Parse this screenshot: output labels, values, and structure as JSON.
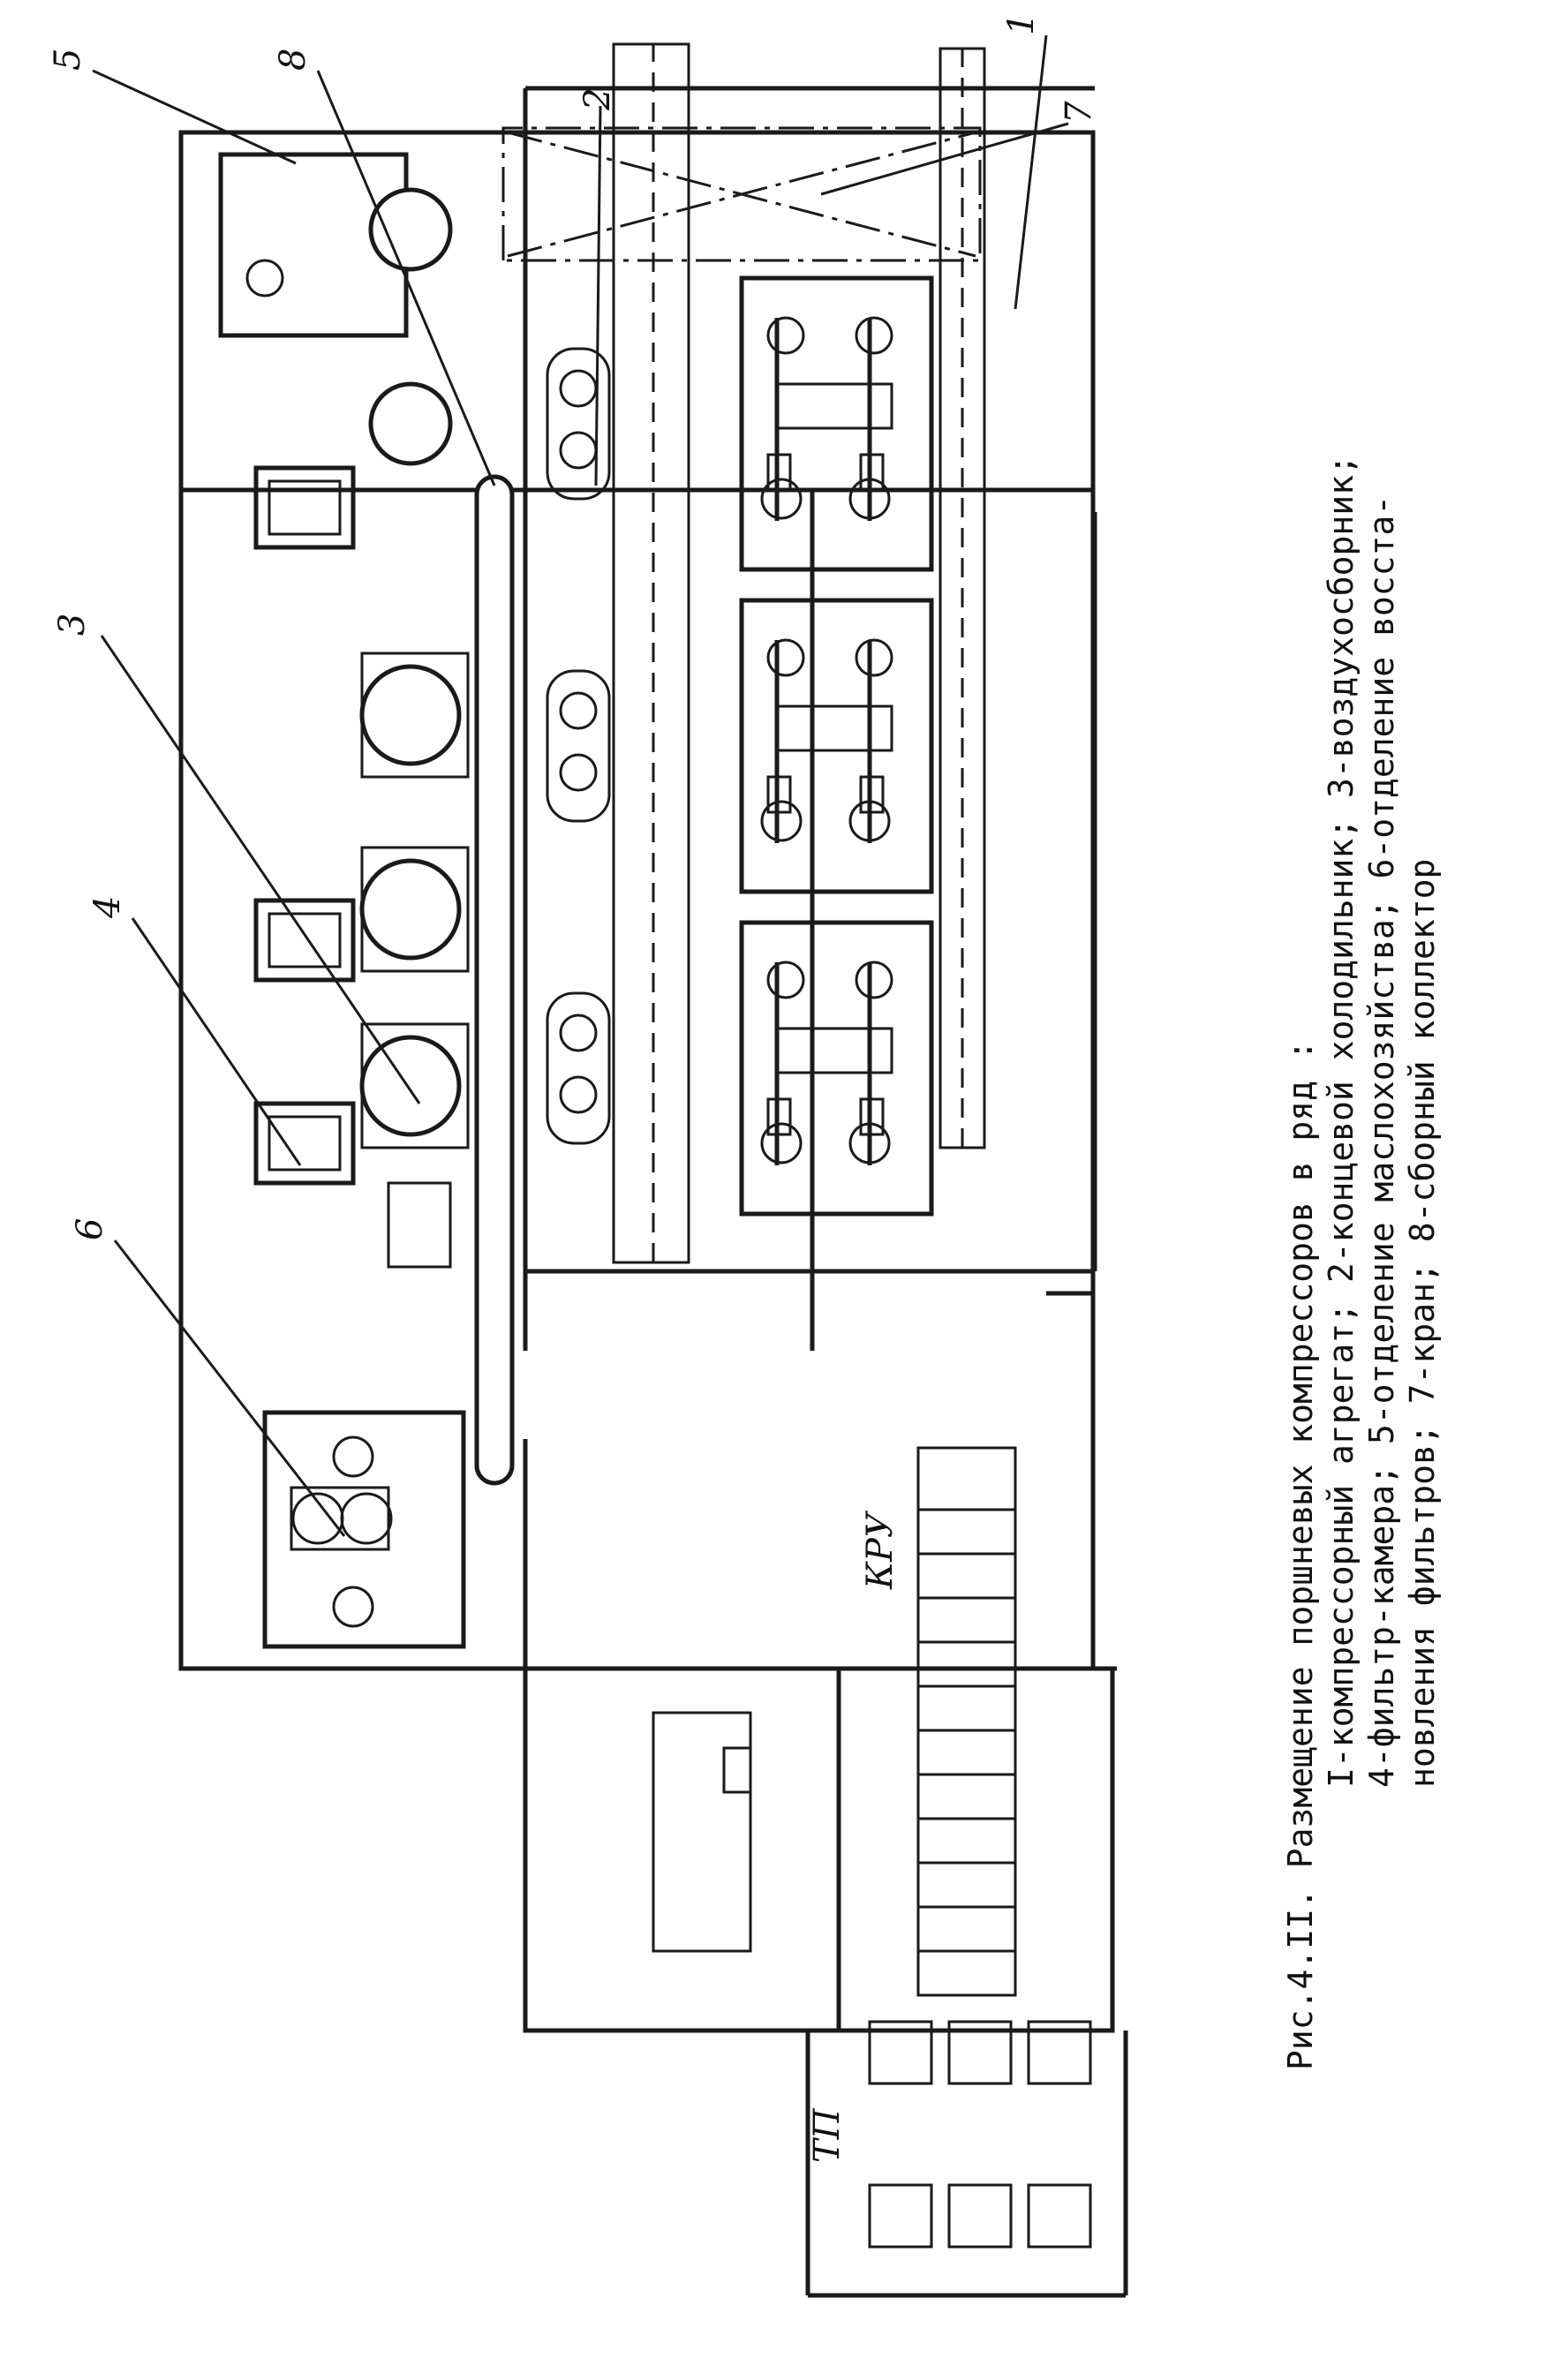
{
  "figure": {
    "caption_title": "Рис.4.II. Размещение поршневых компрессоров в ряд :",
    "caption_line1": "I-компрессорный агрегат; 2-концевой холодильник; 3-воздухосборник;",
    "caption_line2": "4-фильтр-камера; 5-отделение маслохозяйства; 6-отделение восста-",
    "caption_line3": "новления фильтров; 7-кран; 8-сборный коллектор"
  },
  "labels": {
    "n1": "1",
    "n2": "2",
    "n3": "3",
    "n4": "4",
    "n5": "5",
    "n6": "6",
    "n7": "7",
    "n8": "8",
    "kru": "КРУ",
    "tp": "ТП"
  }
}
